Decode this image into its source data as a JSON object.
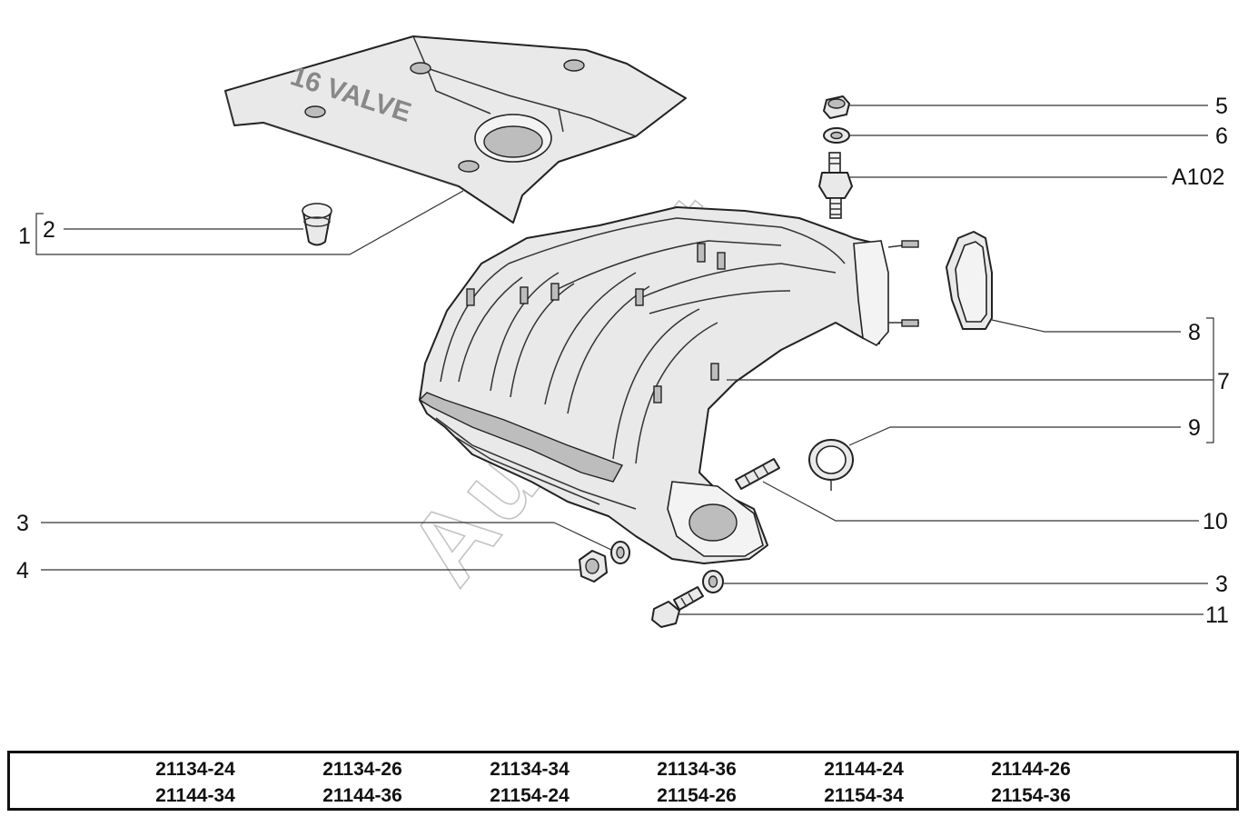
{
  "callouts": [
    {
      "id": "1",
      "text": "1"
    },
    {
      "id": "2",
      "text": "2"
    },
    {
      "id": "3a",
      "text": "3"
    },
    {
      "id": "4",
      "text": "4"
    },
    {
      "id": "5",
      "text": "5"
    },
    {
      "id": "6",
      "text": "6"
    },
    {
      "id": "a102",
      "text": "A102"
    },
    {
      "id": "8",
      "text": "8"
    },
    {
      "id": "7",
      "text": "7"
    },
    {
      "id": "9",
      "text": "9"
    },
    {
      "id": "10",
      "text": "10"
    },
    {
      "id": "3b",
      "text": "3"
    },
    {
      "id": "11",
      "text": "11"
    }
  ],
  "cover_stamp": "16 VALVE",
  "watermark": "AutoSoft",
  "models": [
    [
      "21134-24",
      "21134-26",
      "21134-34",
      "21134-36",
      "21144-24",
      "21144-26"
    ],
    [
      "21144-34",
      "21144-36",
      "21154-24",
      "21154-26",
      "21154-34",
      "21154-36"
    ]
  ]
}
